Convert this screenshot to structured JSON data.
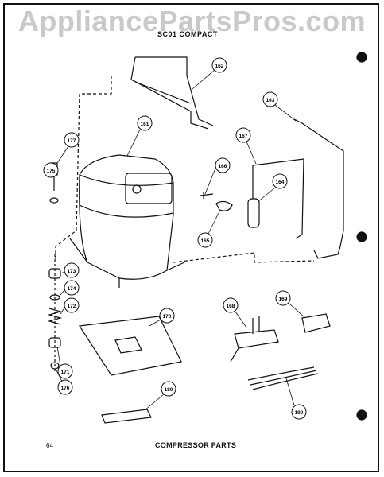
{
  "watermark": "AppliancePartsPros.com",
  "header": "SC01 COMPACT",
  "page_number": "64",
  "footer_title": "COMPRESSOR PARTS",
  "callouts": [
    "161",
    "162",
    "163",
    "164",
    "165",
    "166",
    "167",
    "168",
    "169",
    "170",
    "171",
    "172",
    "173",
    "174",
    "175",
    "176",
    "177",
    "180",
    "190"
  ]
}
